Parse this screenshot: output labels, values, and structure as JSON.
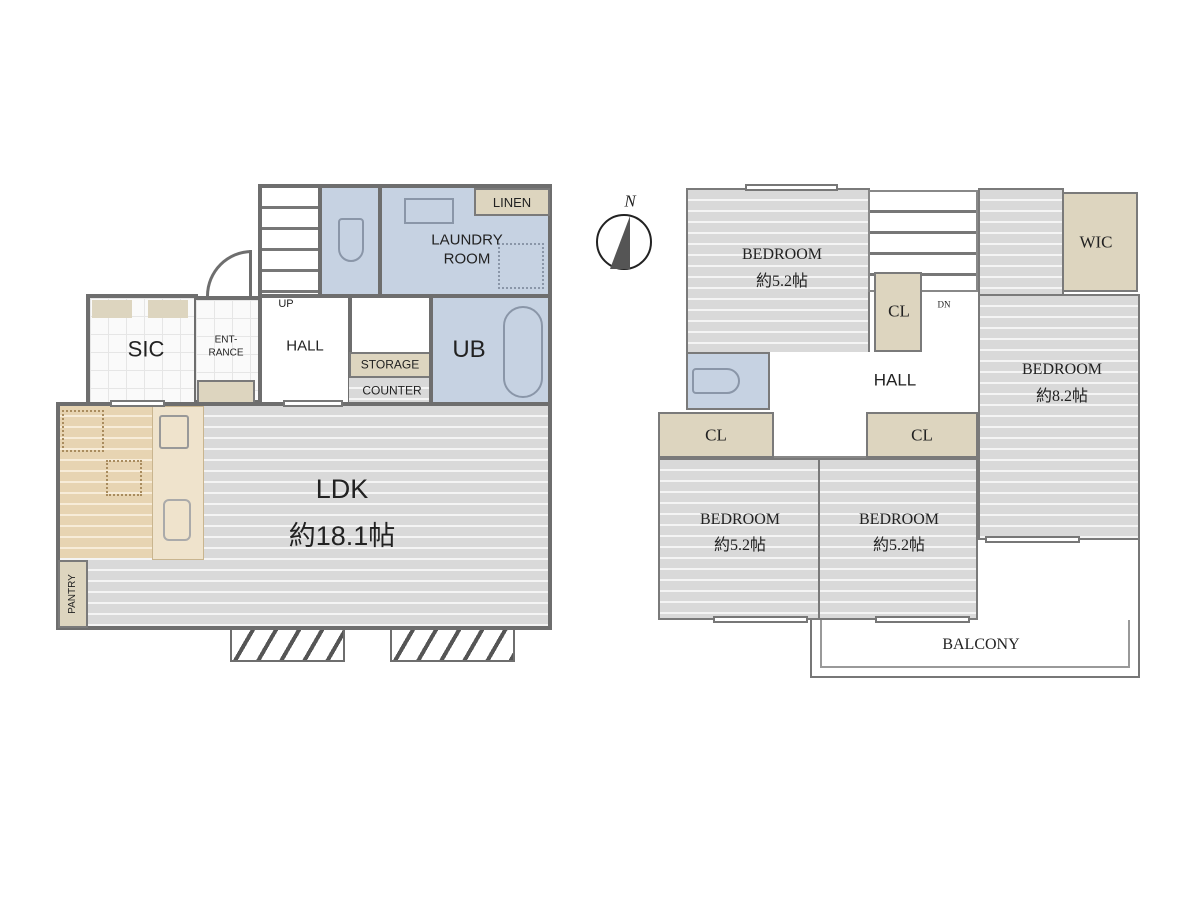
{
  "floor1": {
    "rooms": {
      "linen": "LINEN",
      "laundry": "LAUNDRY\nROOM",
      "sic": "SIC",
      "entrance": "ENT-\nRANCE",
      "hall": "HALL",
      "up": "UP",
      "storage": "STORAGE",
      "counter": "COUNTER",
      "ub": "UB",
      "ldk": "LDK",
      "ldk_size": "約18.1帖",
      "pantry": "PANTRY"
    }
  },
  "floor2": {
    "rooms": {
      "bedroom_nw": "BEDROOM",
      "bedroom_nw_size": "約5.2帖",
      "cl_stair": "CL",
      "dn": "DN",
      "wic": "WIC",
      "hall": "HALL",
      "bedroom_e": "BEDROOM",
      "bedroom_e_size": "約8.2帖",
      "cl_left": "CL",
      "cl_right": "CL",
      "bedroom_sw": "BEDROOM",
      "bedroom_sw_size": "約5.2帖",
      "bedroom_s": "BEDROOM",
      "bedroom_s_size": "約5.2帖",
      "balcony": "BALCONY"
    }
  },
  "compass": {
    "label": "N"
  },
  "colors": {
    "wall": "#6e6e6e",
    "wet_area": "#c6d2e2",
    "storage": "#ddd5bf",
    "kitchen": "#e7d4b2",
    "floor": "#d9d9d9"
  }
}
